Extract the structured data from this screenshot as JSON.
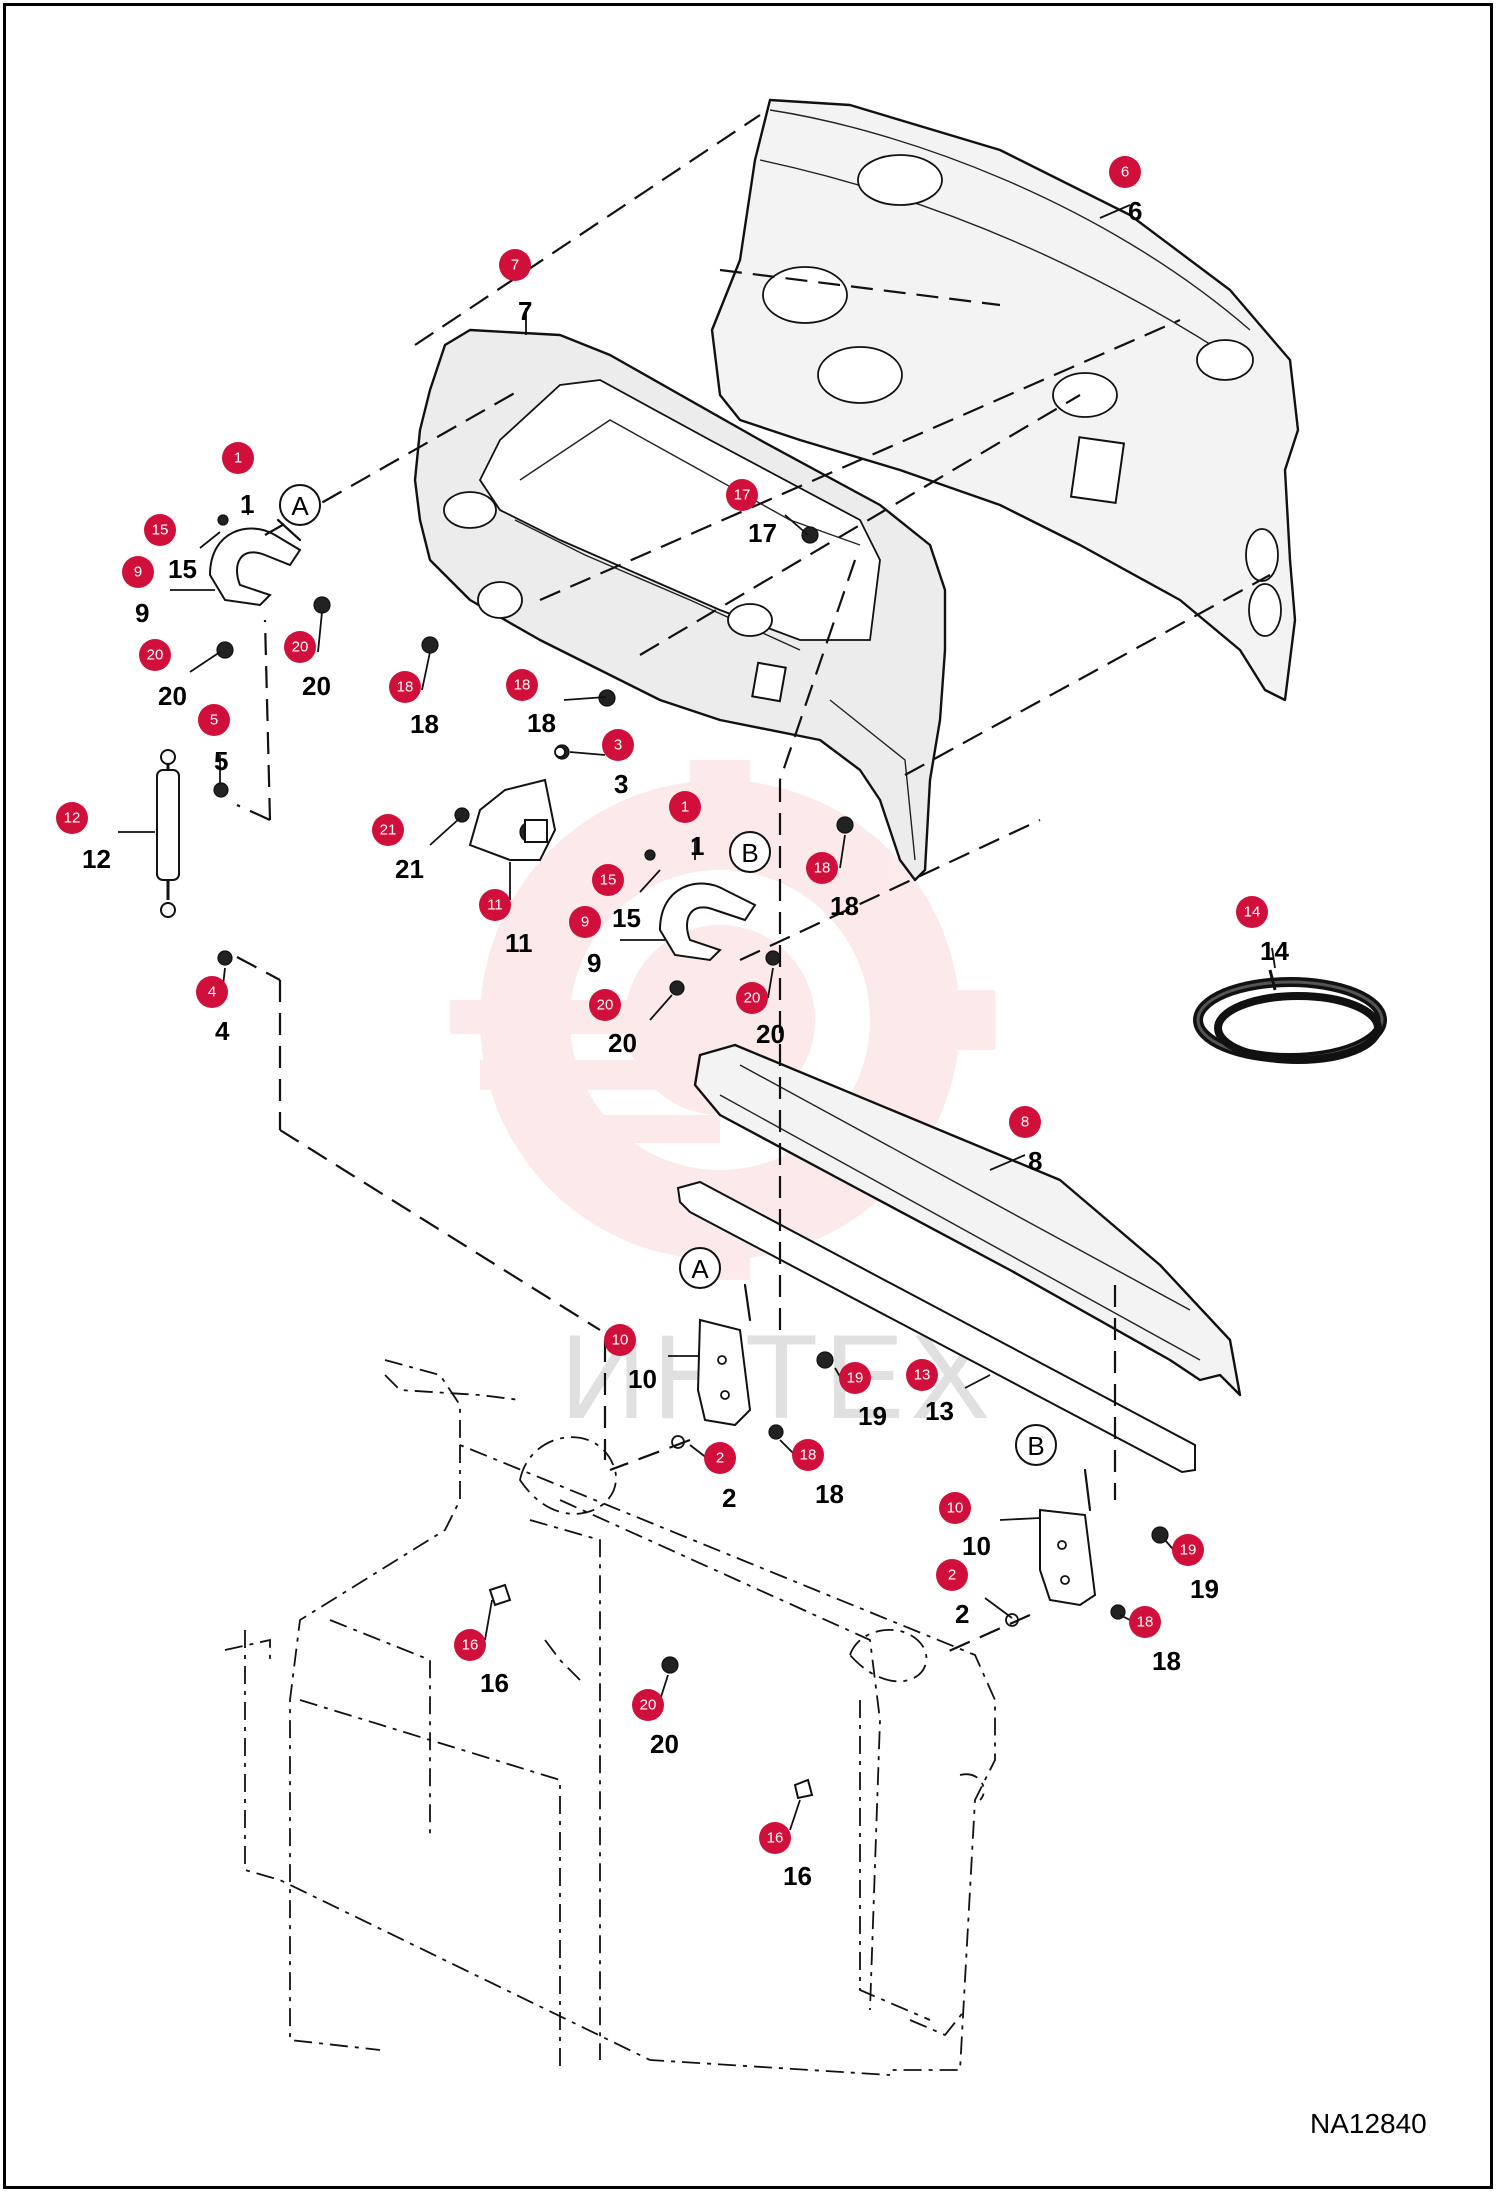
{
  "drawing_number": "NA12840",
  "watermark_text": "ИНТЕХ",
  "colors": {
    "badge": "#d0103a",
    "line": "#111111",
    "panel_fill": "#f3f3f3"
  },
  "detail_markers": [
    "A",
    "B"
  ],
  "callouts": [
    {
      "id": "c7",
      "number": "7",
      "badge": "7"
    },
    {
      "id": "c6",
      "number": "6",
      "badge": "6"
    },
    {
      "id": "c1a",
      "number": "1",
      "badge": "1"
    },
    {
      "id": "c15a",
      "number": "15",
      "badge": "15"
    },
    {
      "id": "c9a",
      "number": "9",
      "badge": "9"
    },
    {
      "id": "c20a",
      "number": "20",
      "badge": "20"
    },
    {
      "id": "c20b",
      "number": "20",
      "badge": "20"
    },
    {
      "id": "c17",
      "number": "17",
      "badge": "17"
    },
    {
      "id": "c18a",
      "number": "18",
      "badge": "18"
    },
    {
      "id": "c18b",
      "number": "18",
      "badge": "18"
    },
    {
      "id": "c5",
      "number": "5",
      "badge": "5"
    },
    {
      "id": "c3",
      "number": "3",
      "badge": "3"
    },
    {
      "id": "c12",
      "number": "12",
      "badge": "12"
    },
    {
      "id": "c21",
      "number": "21",
      "badge": "21"
    },
    {
      "id": "c11",
      "number": "11",
      "badge": "11"
    },
    {
      "id": "c1b",
      "number": "1",
      "badge": "1"
    },
    {
      "id": "c15b",
      "number": "15",
      "badge": "15"
    },
    {
      "id": "c9b",
      "number": "9",
      "badge": "9"
    },
    {
      "id": "c18c",
      "number": "18",
      "badge": "18"
    },
    {
      "id": "c4",
      "number": "4",
      "badge": "4"
    },
    {
      "id": "c20c",
      "number": "20",
      "badge": "20"
    },
    {
      "id": "c20d",
      "number": "20",
      "badge": "20"
    },
    {
      "id": "c14",
      "number": "14",
      "badge": "14"
    },
    {
      "id": "c8",
      "number": "8",
      "badge": "8"
    },
    {
      "id": "c10a",
      "number": "10",
      "badge": "10"
    },
    {
      "id": "c19a",
      "number": "19",
      "badge": "19"
    },
    {
      "id": "c13",
      "number": "13",
      "badge": "13"
    },
    {
      "id": "c2a",
      "number": "2",
      "badge": "2"
    },
    {
      "id": "c18d",
      "number": "18",
      "badge": "18"
    },
    {
      "id": "c10b",
      "number": "10",
      "badge": "10"
    },
    {
      "id": "c19b",
      "number": "19",
      "badge": "19"
    },
    {
      "id": "c2b",
      "number": "2",
      "badge": "2"
    },
    {
      "id": "c18e",
      "number": "18",
      "badge": "18"
    },
    {
      "id": "c16a",
      "number": "16",
      "badge": "16"
    },
    {
      "id": "c20e",
      "number": "20",
      "badge": "20"
    },
    {
      "id": "c16b",
      "number": "16",
      "badge": "16"
    }
  ]
}
